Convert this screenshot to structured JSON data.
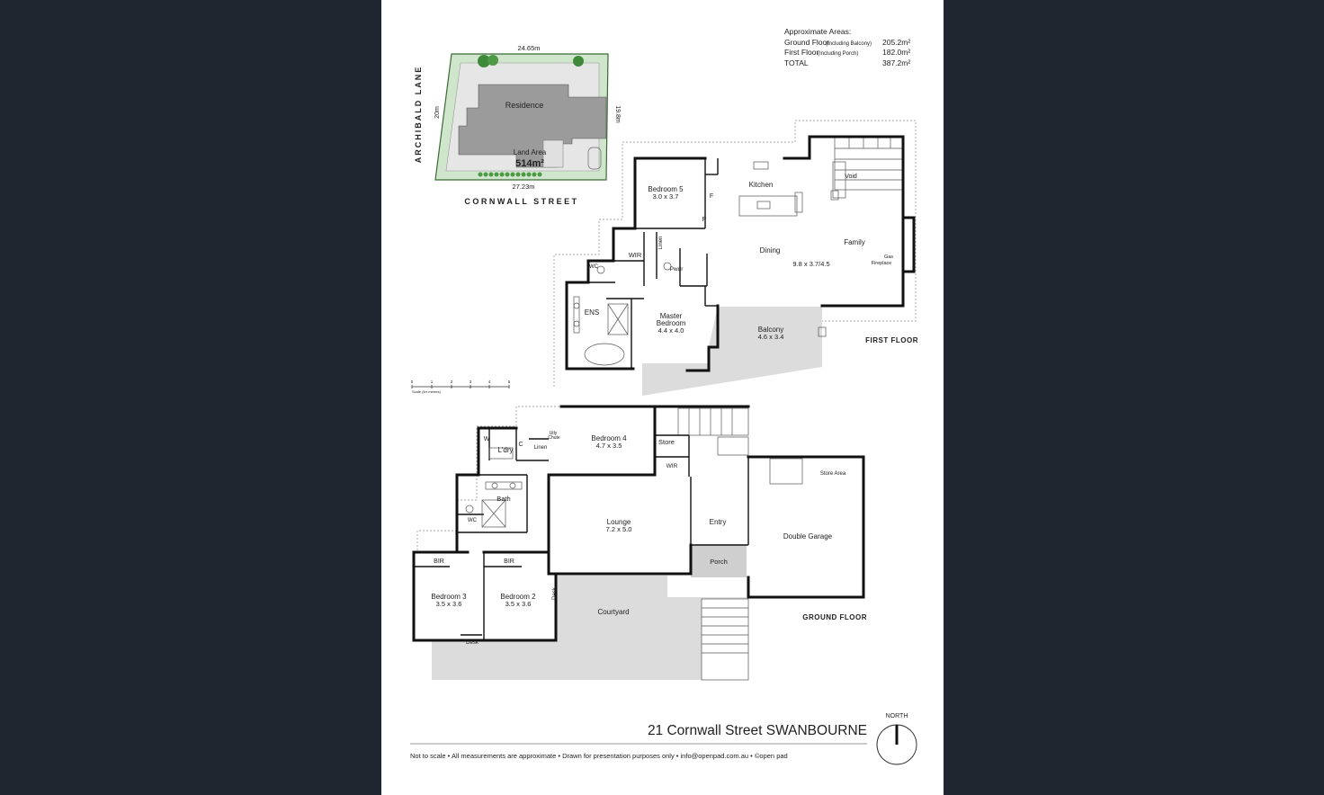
{
  "areas": {
    "heading": "Approximate Areas:",
    "rows": [
      {
        "label": "Ground Floor",
        "note": "(Including Balcony)",
        "value": "205.2m²"
      },
      {
        "label": "First Floor",
        "note": "(Including Porch)",
        "value": "182.0m²"
      },
      {
        "label": "TOTAL",
        "note": "",
        "value": "387.2m²"
      }
    ]
  },
  "site": {
    "top_dim": "24.65m",
    "left_dim": "20m",
    "right_dim": "19.8m",
    "bottom_dim": "27.23m",
    "left_street": "ARCHIBALD LANE",
    "bottom_street": "CORNWALL STREET",
    "residence": "Residence",
    "land_label": "Land Area",
    "land_value": "514m²"
  },
  "scale": {
    "ticks": [
      "0",
      "1",
      "2",
      "3",
      "4",
      "5"
    ],
    "caption": "Scale (for metres)"
  },
  "first_floor": {
    "label": "FIRST FLOOR",
    "rooms": {
      "bed5": "Bedroom 5",
      "bed5_dim": "3.0 x 3.7",
      "kitchen": "Kitchen",
      "void": "Void",
      "f": "F",
      "p": "P",
      "linen": "Linen",
      "wir": "WIR",
      "pwdr": "Pwdr",
      "wc": "WC",
      "dining": "Dining",
      "family": "Family",
      "family_dim": "9.8 x 3.7/4.5",
      "gas": "Gas",
      "fireplace": "Fireplace",
      "ens": "ENS",
      "master": "Master",
      "master2": "Bedroom",
      "master_dim": "4.4 x 4.0",
      "balcony": "Balcony",
      "balcony_dim": "4.6 x 3.4"
    }
  },
  "ground_floor": {
    "label": "GROUND FLOOR",
    "rooms": {
      "w": "W",
      "c": "C",
      "ldry": "L'dry",
      "linen": "Linen",
      "utility": "Utly",
      "chute": "Chute",
      "bed4": "Bedroom 4",
      "bed4_dim": "4.7 x 3.5",
      "store": "Store",
      "wir": "WIR",
      "bath": "Bath",
      "wc": "WC",
      "lounge": "Lounge",
      "lounge_dim": "7.2 x 5.0",
      "entry": "Entry",
      "store_area": "Store Area",
      "garage": "Double Garage",
      "porch": "Porch",
      "bir1": "BIR",
      "bir2": "BIR",
      "bed3": "Bedroom 3",
      "bed3_dim": "3.5 x 3.6",
      "bed2": "Bedroom 2",
      "bed2_dim": "3.5 x 3.6",
      "desk1": "Desk",
      "desk2": "Desk",
      "courtyard": "Courtyard"
    }
  },
  "address": "21 Cornwall Street SWANBOURNE",
  "north": "NORTH",
  "footer": "Not to scale  •  All measurements are approximate  •  Drawn for presentation purposes only  •  info@openpad.com.au  •  ©open pad"
}
